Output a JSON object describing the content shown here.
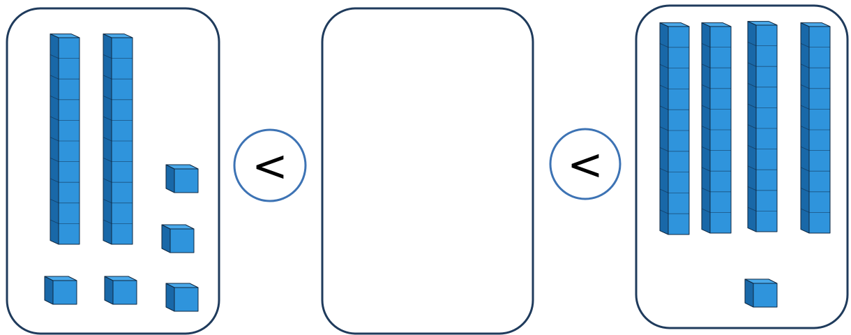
{
  "colors": {
    "card_border": "#1f3b5c",
    "symbol_ring": "#3d73b4",
    "cube_front": "#2f94dc",
    "cube_top": "#4aa9ea",
    "cube_side": "#1968a8",
    "cube_edge": "#0f2740"
  },
  "panels": [
    {
      "role": "left-number",
      "tens": 2,
      "ones": 5
    },
    {
      "role": "answer-box",
      "tens": 0,
      "ones": 0
    },
    {
      "role": "right-number",
      "tens": 4,
      "ones": 1
    }
  ],
  "comparisons": [
    {
      "symbol": "<"
    },
    {
      "symbol": "<"
    }
  ]
}
